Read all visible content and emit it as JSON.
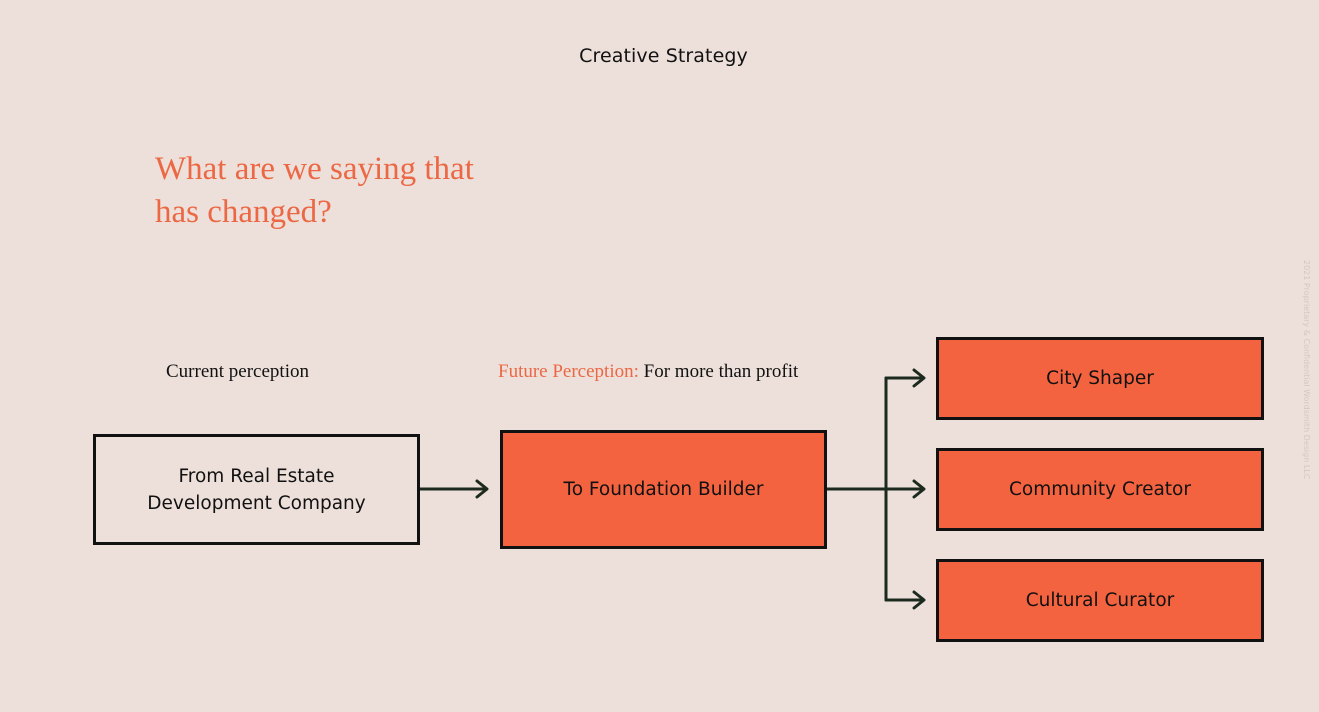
{
  "header": {
    "title": "Creative Strategy"
  },
  "question": {
    "line1": "What are we saying that",
    "line2": "has changed?"
  },
  "labels": {
    "current": "Current perception",
    "future_prefix": "Future Perception:",
    "future_suffix": "For more than profit"
  },
  "boxes": {
    "from_line1": "From Real Estate",
    "from_line2": "Development Company",
    "to": "To Foundation Builder",
    "city": "City Shaper",
    "community": "Community Creator",
    "cultural": "Cultural Curator"
  },
  "watermark": "2021 Proprietary & Confidential Wordsmith Design LLC",
  "colors": {
    "background": "#ede0da",
    "accent": "#ec6744",
    "box_fill": "#f4633f",
    "text": "#111111"
  }
}
